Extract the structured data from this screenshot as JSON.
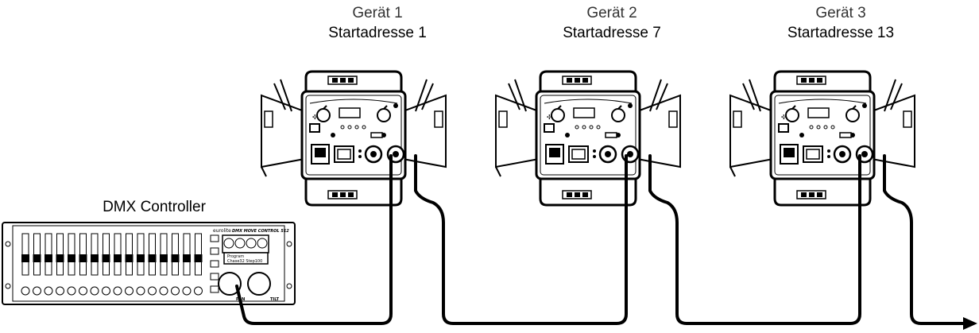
{
  "devices": [
    {
      "name": "Gerät 1",
      "address": "Startadresse 1"
    },
    {
      "name": "Gerät 2",
      "address": "Startadresse 7"
    },
    {
      "name": "Gerät 3",
      "address": "Startadresse 13"
    }
  ],
  "controller": {
    "label": "DMX Controller",
    "brand": "eurolite",
    "model": "DMX MOVE CONTROL 512",
    "display_line1": "Program",
    "display_line2": "Chase32 Step100",
    "pan_label": "PAN",
    "tilt_label": "TILT"
  },
  "colors": {
    "line": "#000000",
    "background": "#ffffff"
  }
}
